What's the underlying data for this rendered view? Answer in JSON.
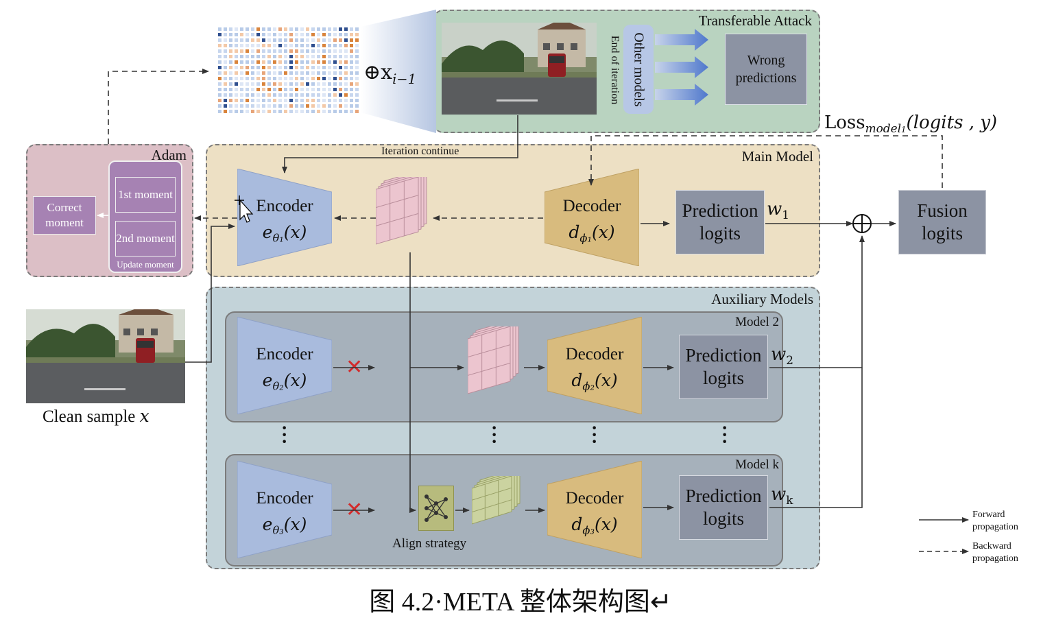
{
  "caption": "图 4.2·META 整体架构图↵",
  "panels": {
    "transferable": "Transferable Attack",
    "main": "Main Model",
    "aux": "Auxiliary Models",
    "model2": "Model 2",
    "modelk": "Model k",
    "adam": "Adam"
  },
  "attack": {
    "other_models": "Other models",
    "end_iteration": "End of iteration",
    "wrong_predictions": "Wrong predictions",
    "perturb_label": "⊕x",
    "perturb_sub": "i−1",
    "iteration_continue": "Iteration continue",
    "loss_prefix": "Loss",
    "loss_sub": "model",
    "loss_subsub": "1",
    "loss_args": "(logits , y)"
  },
  "adam": {
    "correct": "Correct moment",
    "first": "1st moment",
    "second": "2nd moment",
    "update": "Update moment"
  },
  "main_model": {
    "encoder": "Encoder",
    "encoder_math": "e",
    "encoder_sub": "θ₁",
    "decoder": "Decoder",
    "decoder_math": "d",
    "decoder_sub": "ϕ₁",
    "prediction": "Prediction logits",
    "weight": "w",
    "weight_sub": "1"
  },
  "model2": {
    "encoder": "Encoder",
    "encoder_sub": "θ₂",
    "decoder": "Decoder",
    "decoder_sub": "ϕ₂",
    "prediction": "Prediction logits",
    "weight_sub": "2"
  },
  "modelk": {
    "encoder": "Encoder",
    "encoder_sub": "θ₃",
    "decoder": "Decoder",
    "decoder_sub": "ϕ₃",
    "prediction": "Prediction logits",
    "weight_sub": "k",
    "align": "Align strategy"
  },
  "math_arg": "(x)",
  "fusion": "Fusion logits",
  "clean_sample": "Clean sample",
  "clean_var": "x",
  "legend": {
    "forward": "Forward propagation",
    "backward": "Backward propagation"
  },
  "colors": {
    "attack_bg": "#b9d3c0",
    "main_bg": "#ede0c4",
    "aux_bg": "#c3d3d9",
    "inner_bg": "#a6b1bb",
    "adam_bg": "#dcbfc6",
    "adam_purple": "#a682b3",
    "encoder": "#a9bbdd",
    "decoder": "#d8bb7e",
    "prediction": "#8c93a3",
    "feature_pink": "#ecc5cf",
    "feature_green": "#cbd3a0",
    "align_box": "#b7bb7d",
    "cross": "#d42a2a"
  }
}
